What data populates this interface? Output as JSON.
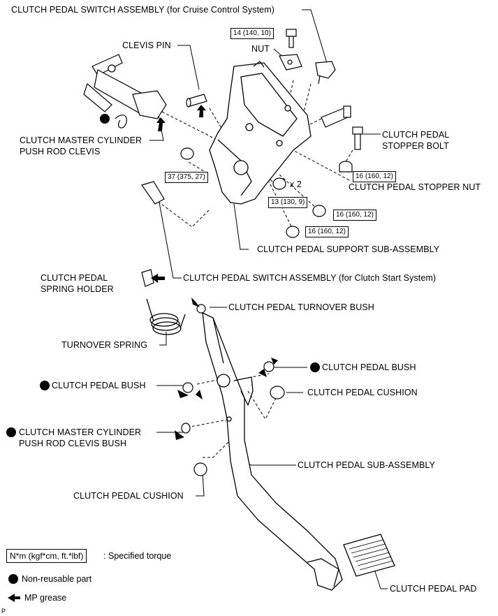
{
  "labels": {
    "cruise_switch": "CLUTCH PEDAL SWITCH ASSEMBLY (for Cruise Control System)",
    "clevis_pin": "CLEVIS PIN",
    "nut": "NUT",
    "master_cyl_clevis_1": "CLUTCH MASTER CYLINDER",
    "master_cyl_clevis_2": "PUSH ROD CLEVIS",
    "stopper_bolt_1": "CLUTCH PEDAL",
    "stopper_bolt_2": "STOPPER BOLT",
    "stopper_nut": "CLUTCH PEDAL STOPPER NUT",
    "x2": "x 2",
    "support": "CLUTCH PEDAL SUPPORT SUB-ASSEMBLY",
    "start_switch": "CLUTCH PEDAL SWITCH ASSEMBLY (for Clutch Start System)",
    "spring_holder_1": "CLUTCH PEDAL",
    "spring_holder_2": "SPRING HOLDER",
    "turnover_bush": "CLUTCH PEDAL TURNOVER BUSH",
    "turnover_spring": "TURNOVER SPRING",
    "pedal_bush_right": "CLUTCH PEDAL BUSH",
    "pedal_bush_left": "CLUTCH PEDAL BUSH",
    "pedal_cushion_right": "CLUTCH PEDAL CUSHION",
    "clevis_bush_1": "CLUTCH MASTER CYLINDER",
    "clevis_bush_2": "PUSH ROD CLEVIS BUSH",
    "pedal_sub": "CLUTCH PEDAL SUB-ASSEMBLY",
    "pedal_cushion_left": "CLUTCH PEDAL CUSHION",
    "pedal_pad": "CLUTCH PEDAL PAD"
  },
  "torques": {
    "t_14": "14 (140, 10)",
    "t_37": "37 (375, 27)",
    "t_16a": "16 (160, 12)",
    "t_13": "13 (130, 9)",
    "t_16b": "16 (160, 12)",
    "t_16c": "16 (160, 12)"
  },
  "legend": {
    "torque_box": "N*m (kgf*cm, ft.*lbf)",
    "torque_text": ": Specified torque",
    "non_reusable": "Non-reusable part",
    "grease": "MP grease"
  },
  "corner_mark": "P"
}
